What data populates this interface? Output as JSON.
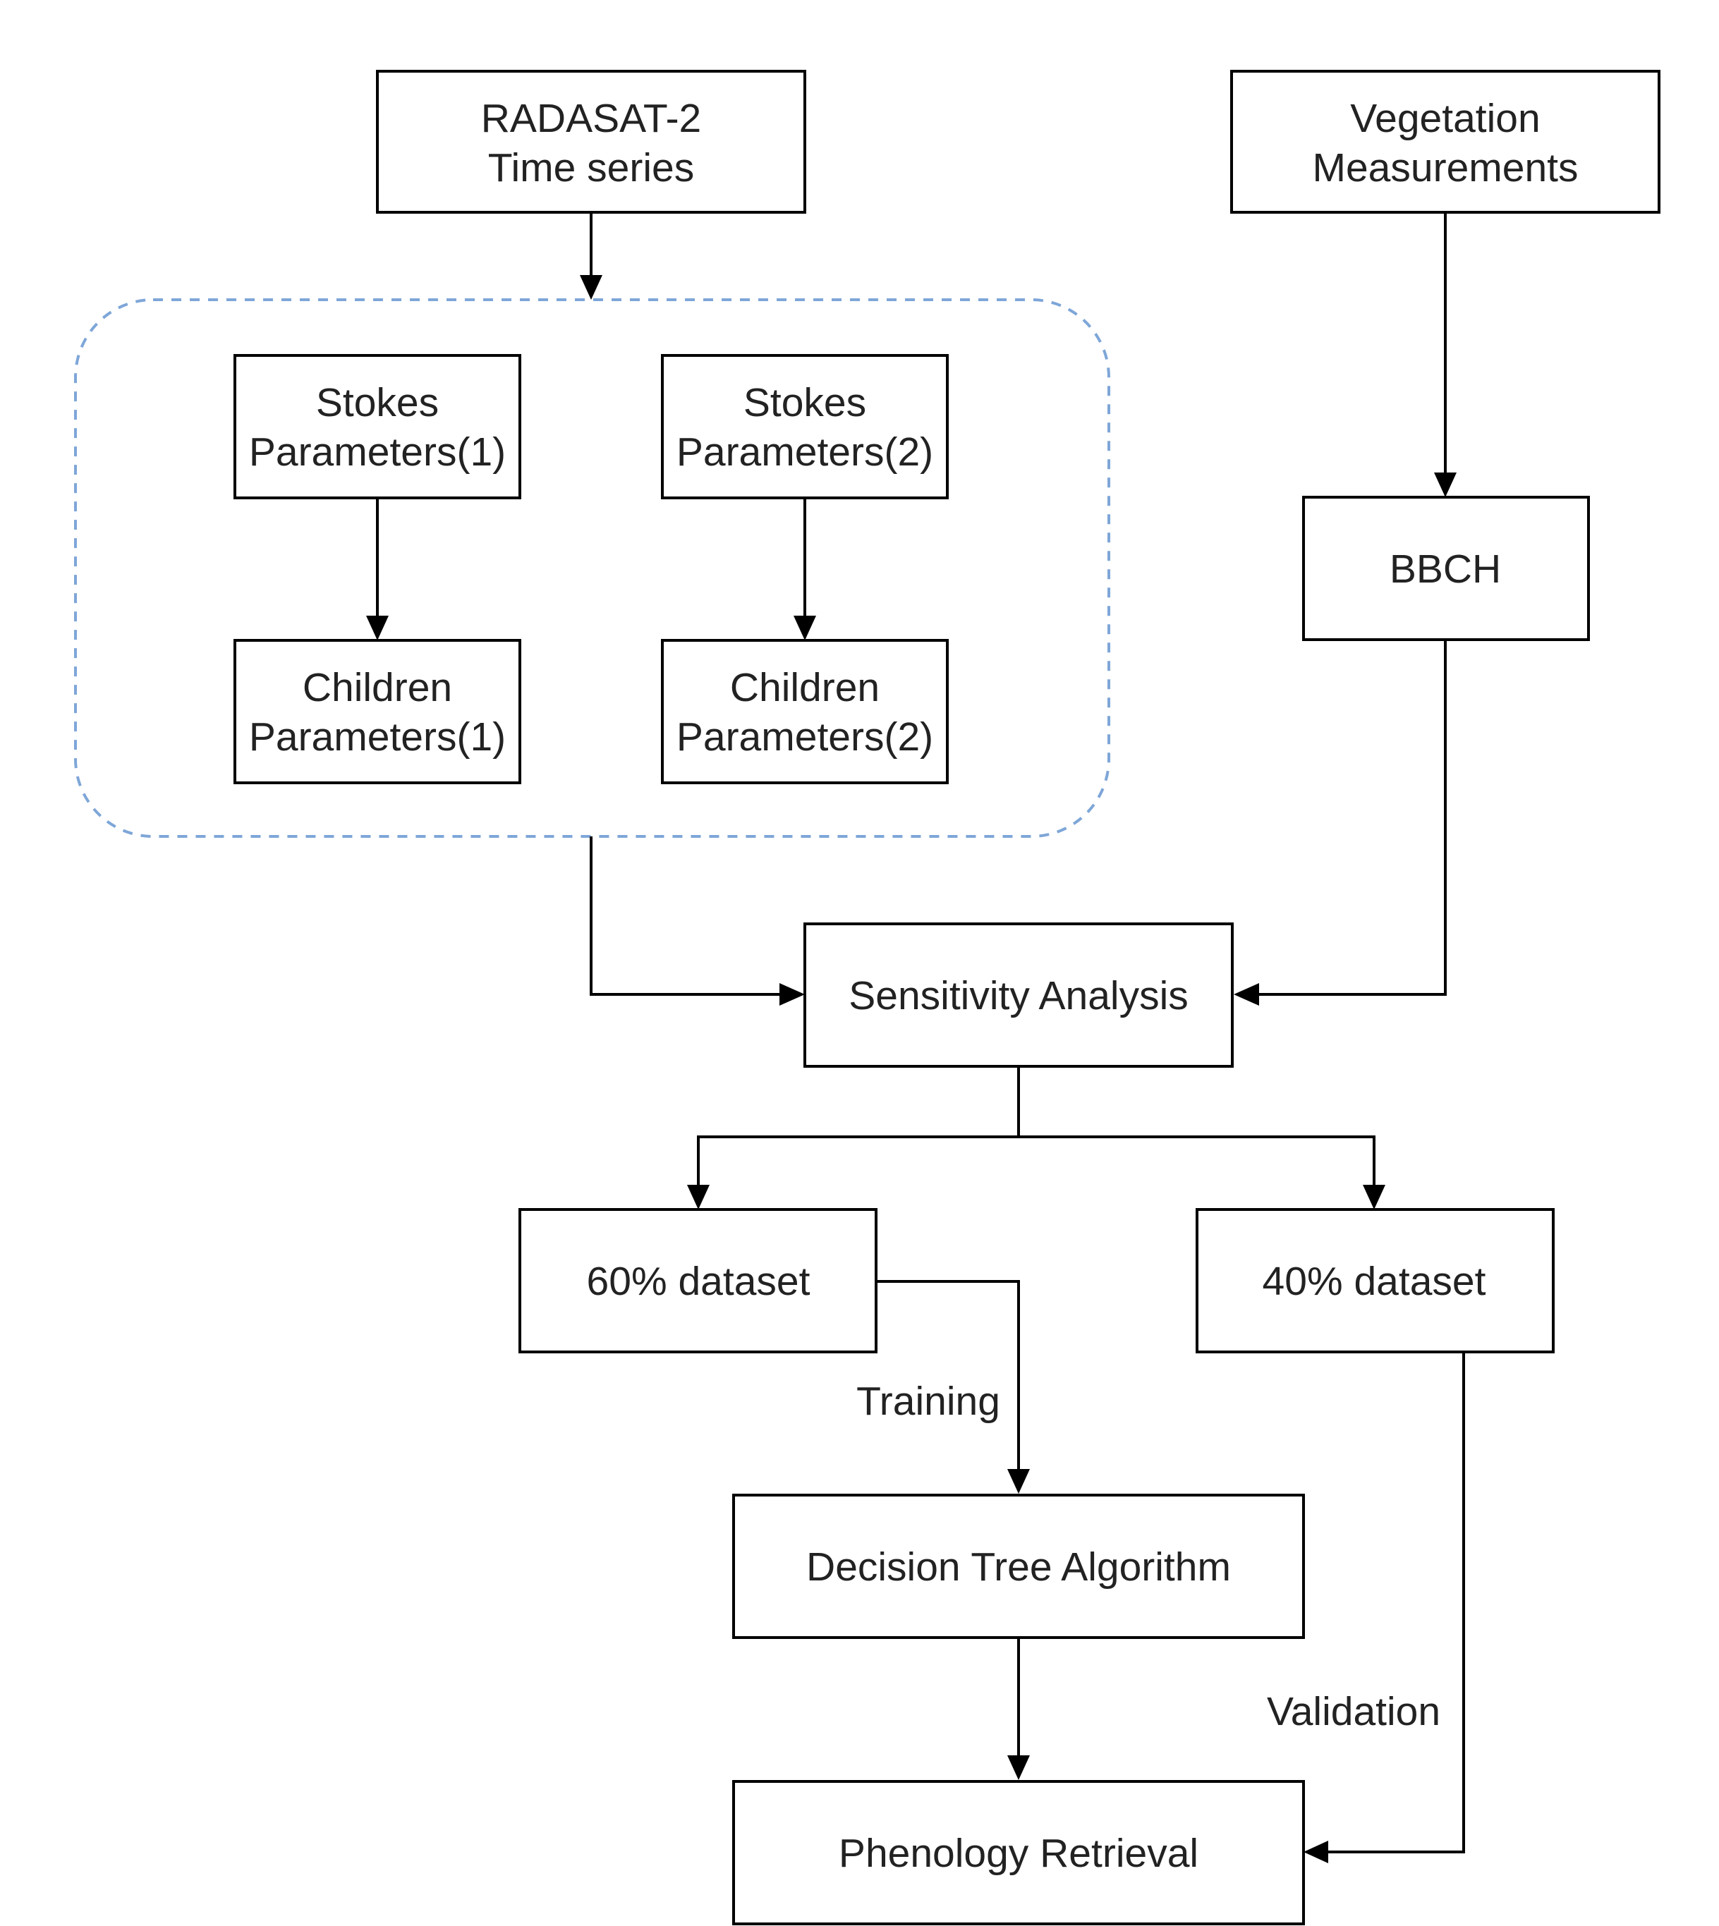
{
  "nodes": {
    "radarsat": {
      "line1": "RADASAT-2",
      "line2": "Time series"
    },
    "vegetation": {
      "line1": "Vegetation",
      "line2": "Measurements"
    },
    "stokes1": {
      "line1": "Stokes",
      "line2": "Parameters(1)"
    },
    "stokes2": {
      "line1": "Stokes",
      "line2": "Parameters(2)"
    },
    "children1": {
      "line1": "Children",
      "line2": "Parameters(1)"
    },
    "children2": {
      "line1": "Children",
      "line2": "Parameters(2)"
    },
    "bbch": {
      "label": "BBCH"
    },
    "sensitivity": {
      "label": "Sensitivity Analysis"
    },
    "dataset60": {
      "label": "60% dataset"
    },
    "dataset40": {
      "label": "40% dataset"
    },
    "decision_tree": {
      "label": "Decision Tree Algorithm"
    },
    "phenology": {
      "label": "Phenology Retrieval"
    }
  },
  "edge_labels": {
    "training": "Training",
    "validation": "Validation"
  }
}
